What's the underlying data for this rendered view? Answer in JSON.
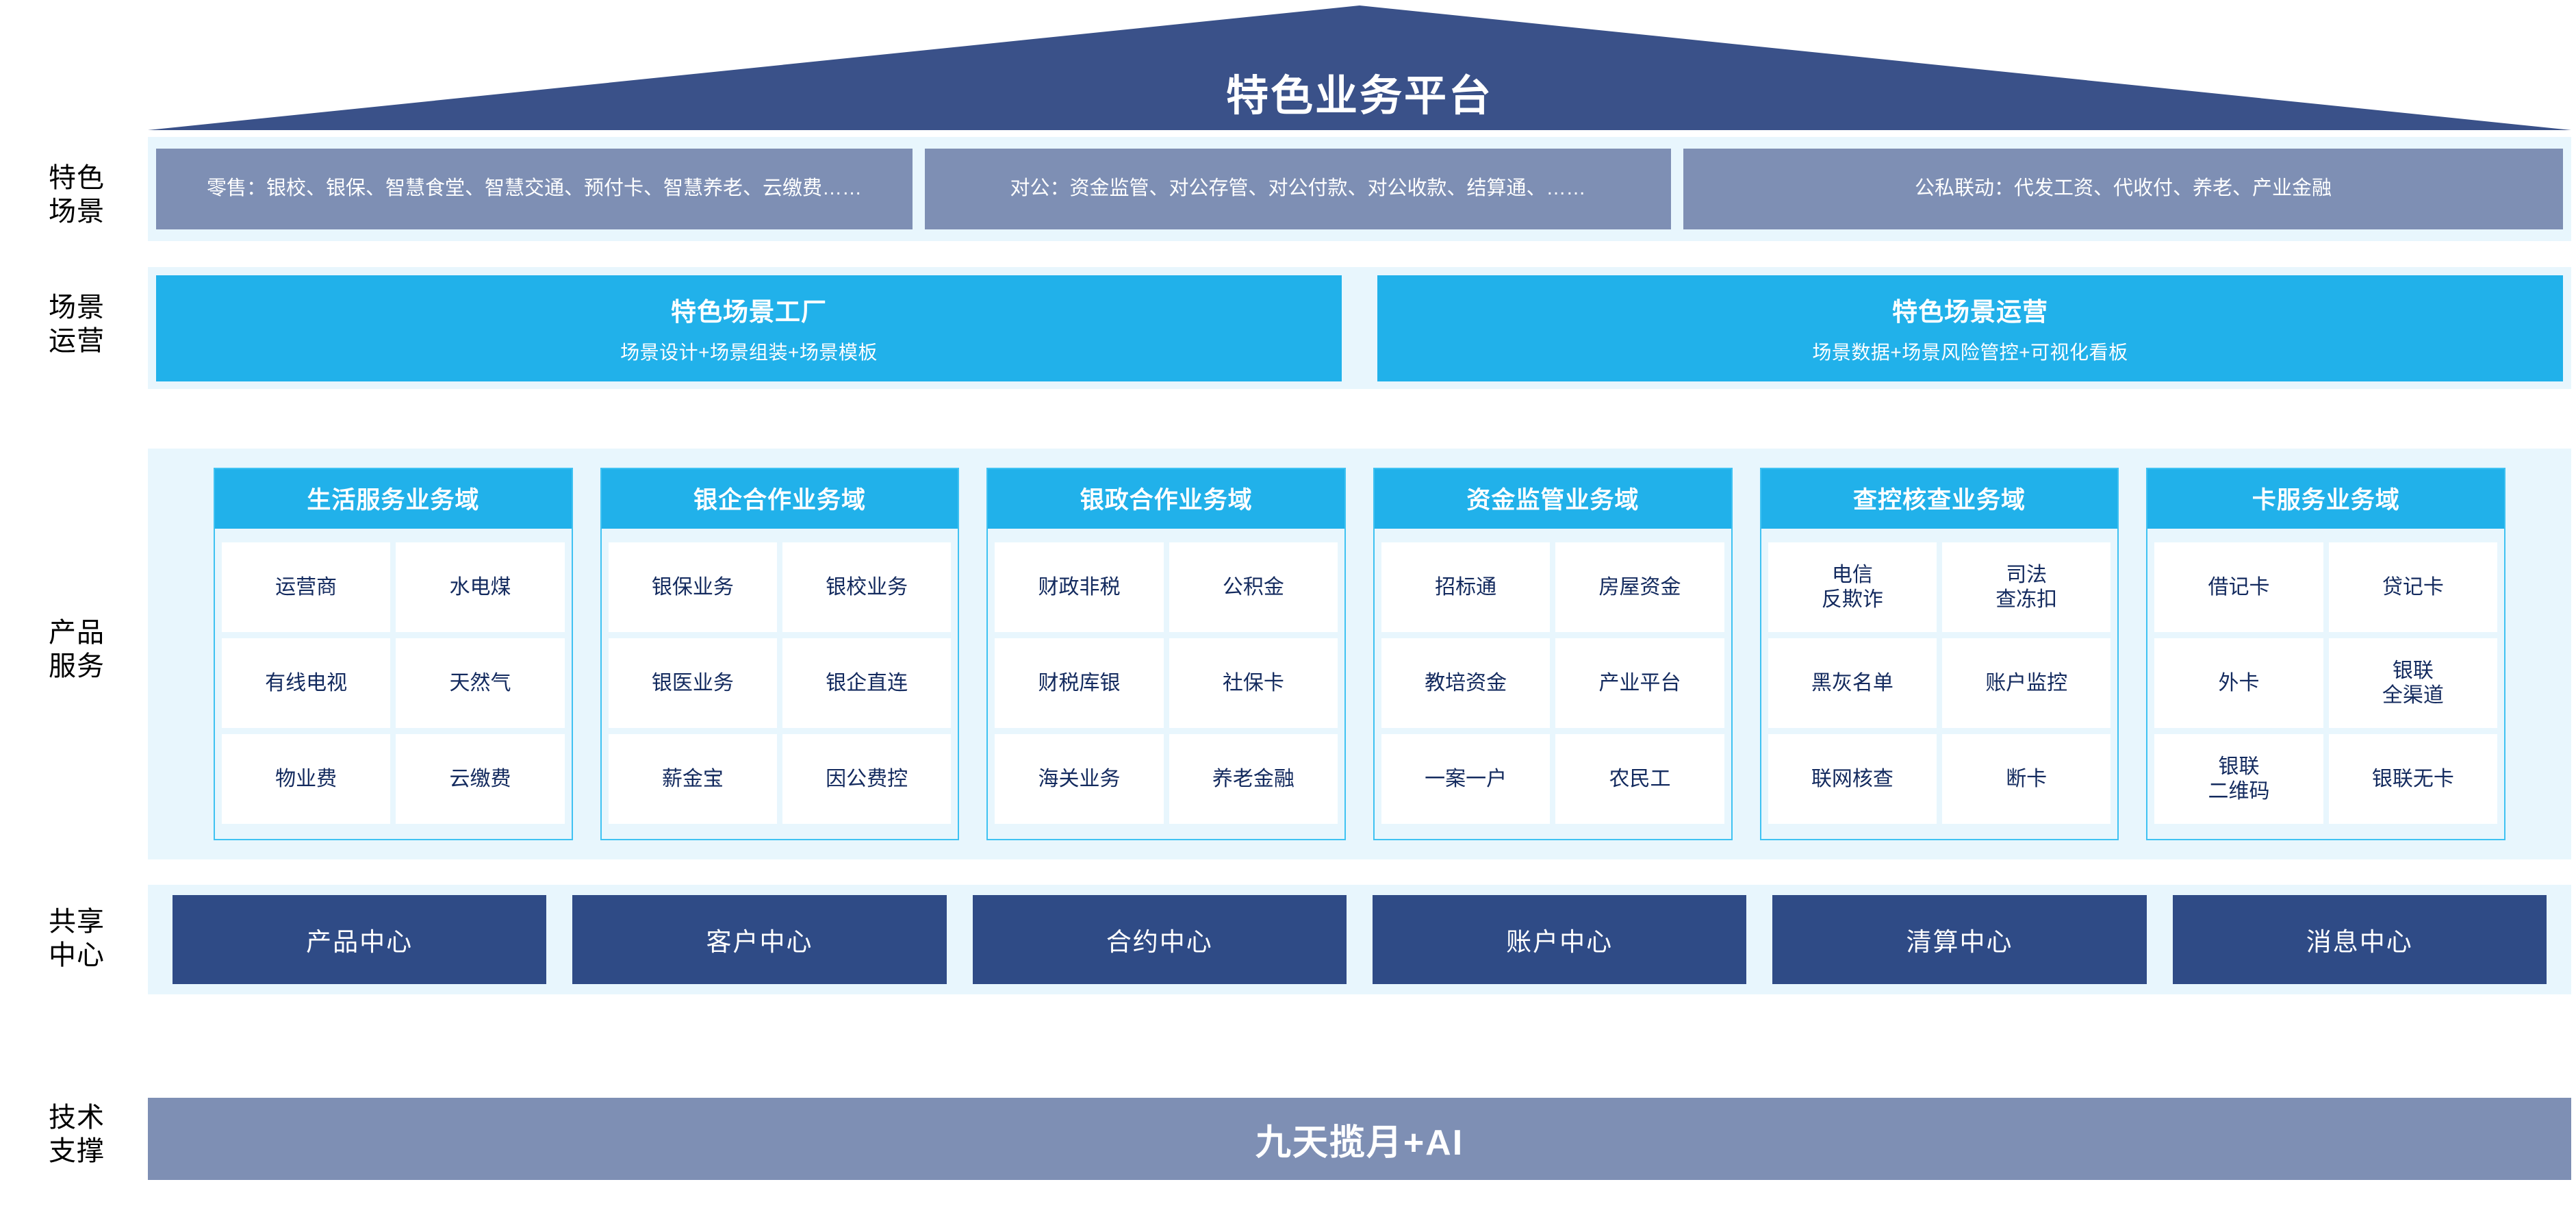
{
  "header": {
    "title": "特色业务平台"
  },
  "row_labels": {
    "scenario": "特色\n场景",
    "operation": "场景\n运营",
    "product": "产品\n服务",
    "shared": "共享\n中心",
    "tech": "技术\n支撑"
  },
  "scenarios": [
    {
      "text": "零售：银校、银保、智慧食堂、智慧交通、预付卡、智慧养老、云缴费……"
    },
    {
      "text": "对公：资金监管、对公存管、对公付款、对公收款、结算通、……"
    },
    {
      "text": "公私联动：代发工资、代收付、养老、产业金融"
    }
  ],
  "operations": [
    {
      "title": "特色场景工厂",
      "subtitle": "场景设计+场景组装+场景模板"
    },
    {
      "title": "特色场景运营",
      "subtitle": "场景数据+场景风险管控+可视化看板"
    }
  ],
  "domains": [
    {
      "title": "生活服务业务域",
      "items": [
        "运营商",
        "水电煤",
        "有线电视",
        "天然气",
        "物业费",
        "云缴费"
      ]
    },
    {
      "title": "银企合作业务域",
      "items": [
        "银保业务",
        "银校业务",
        "银医业务",
        "银企直连",
        "薪金宝",
        "因公费控"
      ]
    },
    {
      "title": "银政合作业务域",
      "items": [
        "财政非税",
        "公积金",
        "财税库银",
        "社保卡",
        "海关业务",
        "养老金融"
      ]
    },
    {
      "title": "资金监管业务域",
      "items": [
        "招标通",
        "房屋资金",
        "教培资金",
        "产业平台",
        "一案一户",
        "农民工"
      ]
    },
    {
      "title": "查控核查业务域",
      "items": [
        "电信\n反欺诈",
        "司法\n查冻扣",
        "黑灰名单",
        "账户监控",
        "联网核查",
        "断卡"
      ]
    },
    {
      "title": "卡服务业务域",
      "items": [
        "借记卡",
        "贷记卡",
        "外卡",
        "银联\n全渠道",
        "银联\n二维码",
        "银联无卡"
      ]
    }
  ],
  "shared_centers": [
    "产品中心",
    "客户中心",
    "合约中心",
    "账户中心",
    "清算中心",
    "消息中心"
  ],
  "tech_support": {
    "label": "九天揽月+AI"
  },
  "colors": {
    "roof_navy": "#3a5189",
    "band_bg": "#e8f6fd",
    "scenario_box": "#7e8fb4",
    "cyan": "#21b1ea",
    "cyan_border": "#3fc2f2",
    "shared_navy": "#2f4b86",
    "tech_bar": "#7e8fb4",
    "cell_text": "#132a5e"
  }
}
